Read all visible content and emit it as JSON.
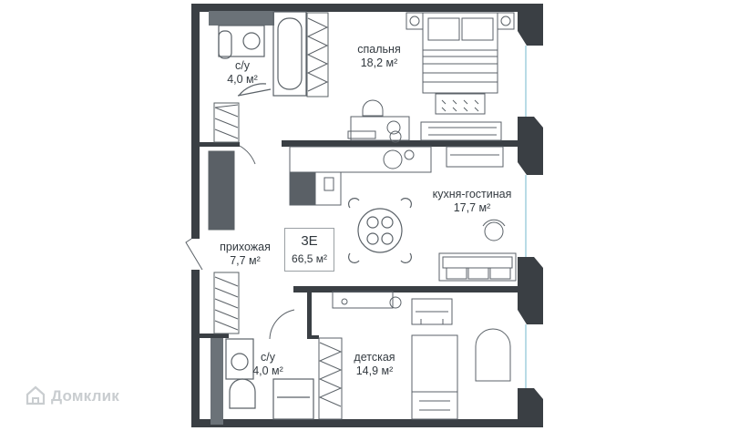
{
  "plan": {
    "type_code": "3Е",
    "total_area": "66,5 м²"
  },
  "rooms": {
    "bathroom_top": {
      "name": "с/у",
      "area": "4,0 м²"
    },
    "bedroom": {
      "name": "спальня",
      "area": "18,2 м²"
    },
    "kitchen_living": {
      "name": "кухня-гостиная",
      "area": "17,7 м²"
    },
    "hallway": {
      "name": "прихожая",
      "area": "7,7 м²"
    },
    "bathroom_bottom": {
      "name": "с/у",
      "area": "4,0 м²"
    },
    "kids_room": {
      "name": "детская",
      "area": "14,9 м²"
    }
  },
  "watermark": {
    "text": "Домклик"
  },
  "colors": {
    "wall": "#3a3f44",
    "furniture": "#5b6268",
    "window": "#b9dbe6",
    "wardrobe": "#5a6066"
  }
}
